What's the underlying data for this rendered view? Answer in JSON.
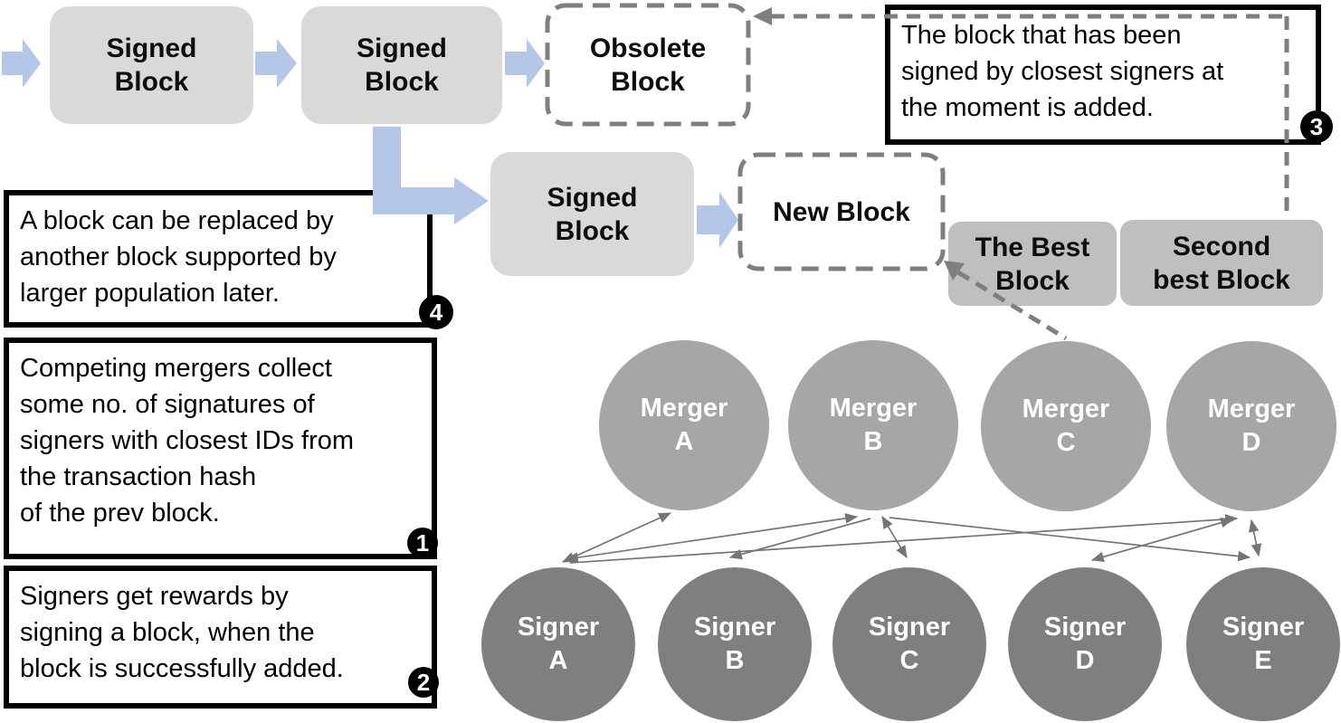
{
  "blocks": {
    "signed1": "Signed\nBlock",
    "signed2": "Signed\nBlock",
    "obsolete": "Obsolete\nBlock",
    "signed3": "Signed\nBlock",
    "new_block": "New Block",
    "best": "The Best\nBlock",
    "second_best": "Second\nbest Block"
  },
  "notes": {
    "note1": {
      "number": "1",
      "text": "Competing mergers collect\nsome no. of signatures of\nsigners with closest IDs from\nthe transaction hash\nof the prev block."
    },
    "note2": {
      "number": "2",
      "text": "Signers get rewards by\nsigning a block, when the\nblock is successfully added."
    },
    "note3": {
      "number": "3",
      "text": "The block that has been\nsigned by closest signers at\nthe moment is added."
    },
    "note4": {
      "number": "4",
      "text": "A block can be replaced by\nanother block supported by\nlarger population later."
    }
  },
  "network": {
    "mergers": [
      {
        "label": "Merger\nA"
      },
      {
        "label": "Merger\nB"
      },
      {
        "label": "Merger\nC"
      },
      {
        "label": "Merger\nD"
      }
    ],
    "signers": [
      {
        "label": "Signer\nA"
      },
      {
        "label": "Signer\nB"
      },
      {
        "label": "Signer\nC"
      },
      {
        "label": "Signer\nD"
      },
      {
        "label": "Signer\nE"
      }
    ],
    "edges": [
      {
        "from": "Signer A",
        "to": "Merger A",
        "bidirectional": true
      },
      {
        "from": "Signer A",
        "to": "Merger B",
        "bidirectional": true
      },
      {
        "from": "Merger B",
        "to": "Signer B",
        "bidirectional": false
      },
      {
        "from": "Merger B",
        "to": "Signer C",
        "bidirectional": true
      },
      {
        "from": "Signer A",
        "to": "Merger D",
        "bidirectional": false
      },
      {
        "from": "Merger B",
        "to": "Signer E",
        "bidirectional": false
      },
      {
        "from": "Merger D",
        "to": "Signer D",
        "bidirectional": true
      },
      {
        "from": "Merger D",
        "to": "Signer E",
        "bidirectional": true
      }
    ]
  },
  "flow": {
    "chain": [
      "Signed Block",
      "Signed Block",
      "Obsolete Block"
    ],
    "branch": [
      "Signed Block",
      "New Block"
    ],
    "dashed_links": [
      {
        "from": "note3",
        "to": "Obsolete Block"
      },
      {
        "from": "note3",
        "to": "Second best Block"
      },
      {
        "from": "Merger C",
        "to": "New Block"
      }
    ]
  },
  "colors": {
    "arrow_blue": "#B4C7E7",
    "block_gray": "#D9D9D9",
    "rank_gray": "#BFBFBF",
    "merger_gray": "#A6A6A6",
    "signer_gray": "#7F7F7F",
    "dash_gray": "#7F7F7F",
    "connector_gray": "#757575",
    "note_border": "#000000"
  }
}
